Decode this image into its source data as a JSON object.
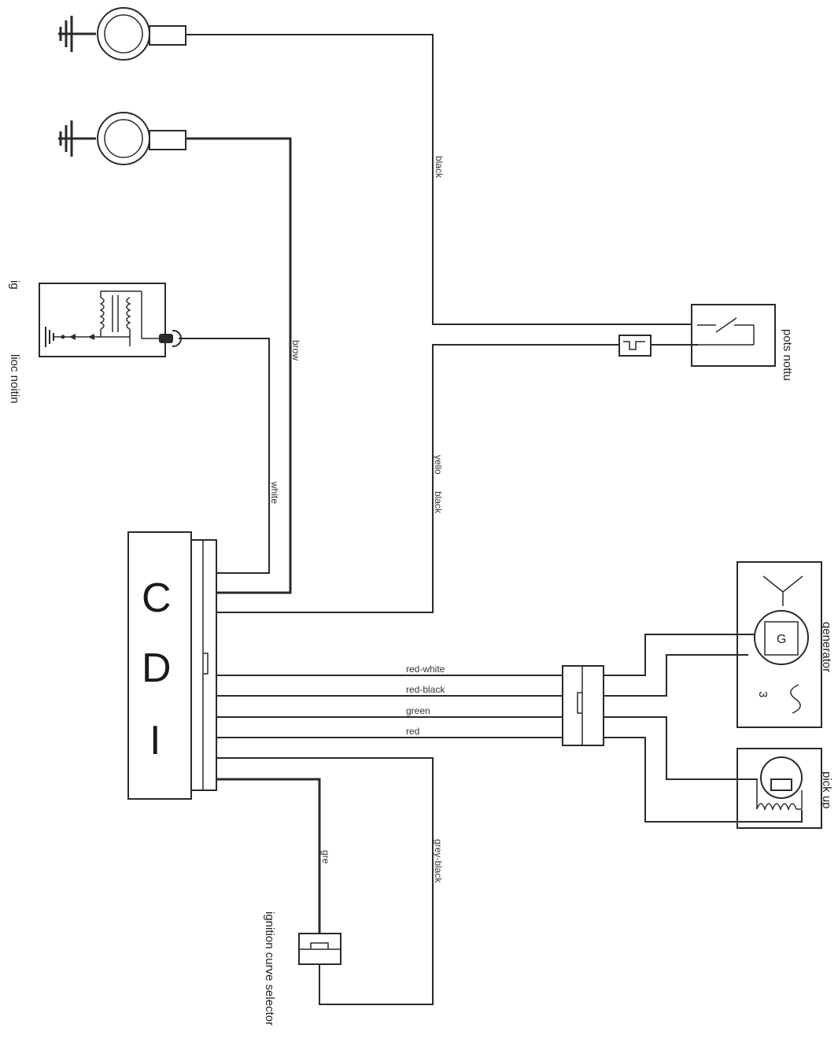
{
  "components": {
    "cdi_letters": [
      "C",
      "D",
      "I"
    ],
    "ignition_coil_label_1": "ig",
    "ignition_coil_label_2": "lioc noitin",
    "button_stop_label": "pots nottu",
    "generator_label": "generator",
    "generator_g": "G",
    "generator_3": "3",
    "pick_up_label": "pick up",
    "curve_selector_label": "ignition curve selector"
  },
  "wires": {
    "black": "black",
    "brow": "brow",
    "white": "white",
    "yello": "yello",
    "black2": "black",
    "red_white": "red-white",
    "red_black": "red-black",
    "green": "green",
    "red": "red",
    "gre": "gre",
    "grey_black": "grey-black"
  },
  "colors": {
    "line": "#2a2a2a",
    "background": "#ffffff"
  }
}
